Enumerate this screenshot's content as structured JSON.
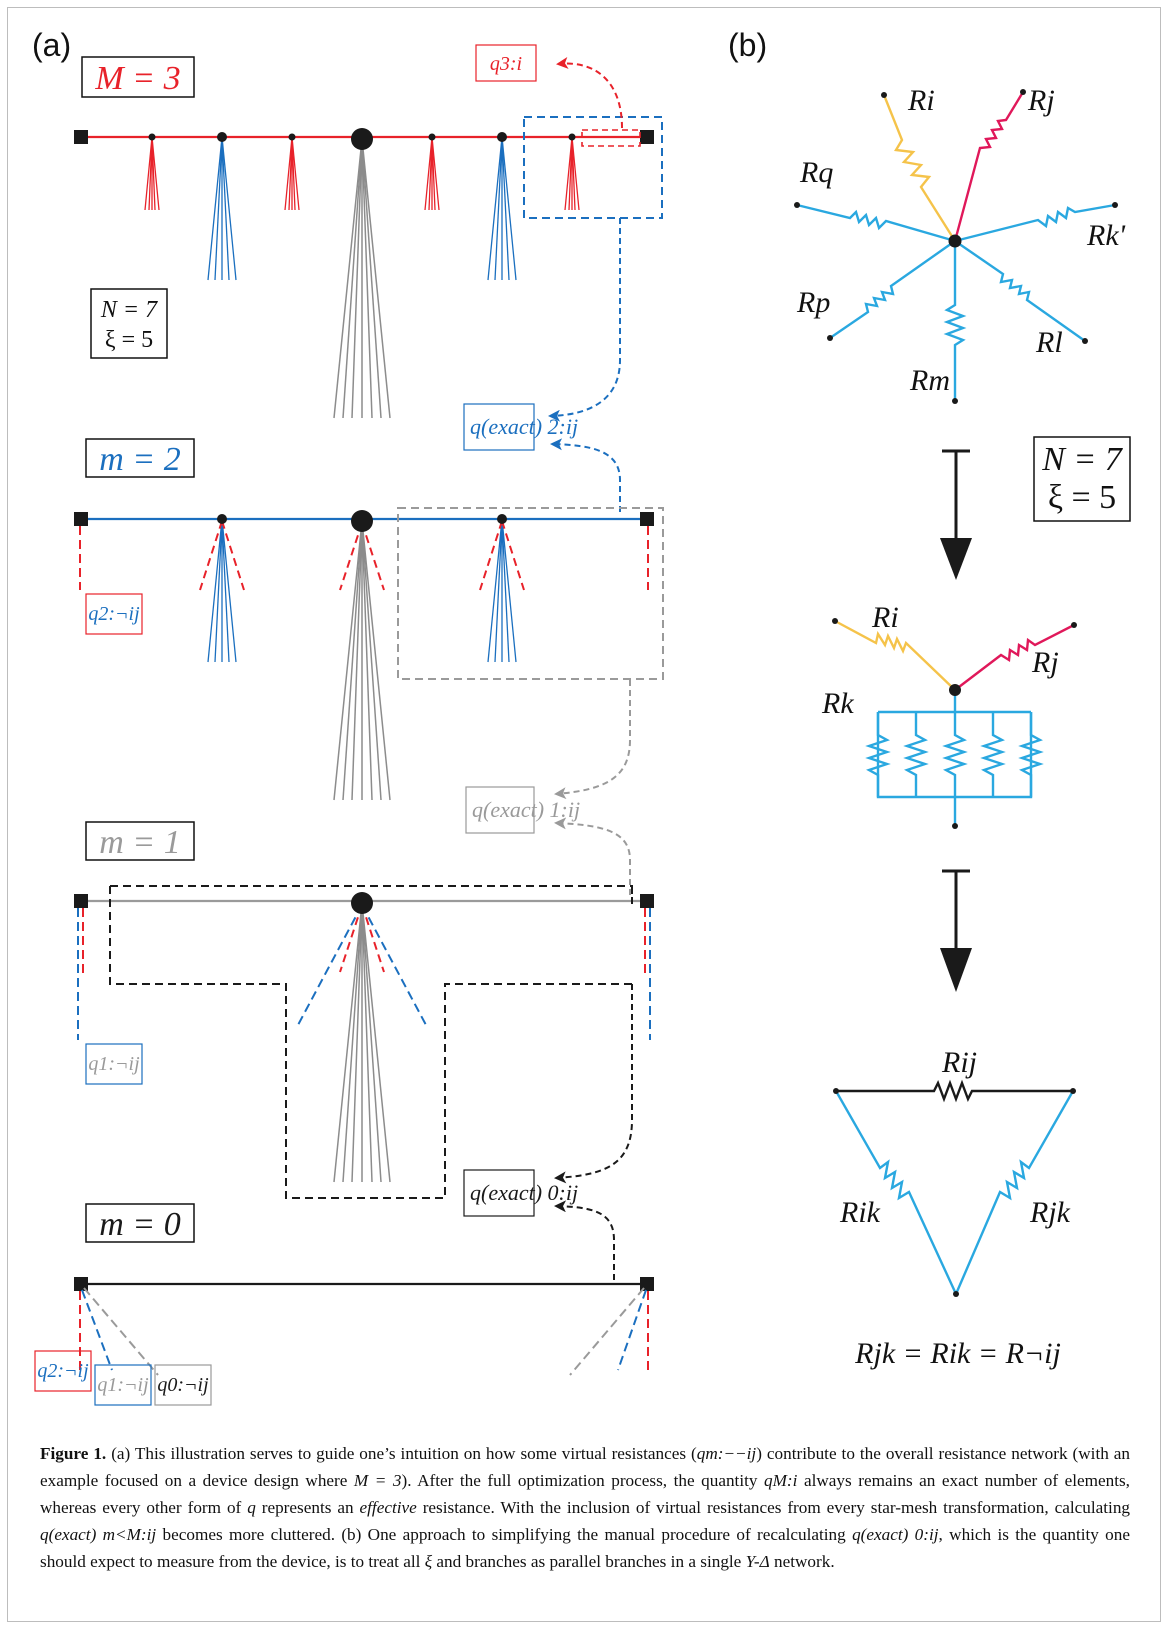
{
  "panel_a": {
    "letter": "(a)",
    "level_labels": [
      "M = 3",
      "m = 2",
      "m = 1",
      "m = 0"
    ],
    "params": [
      "N = 7",
      "ξ = 5"
    ],
    "q_labels": {
      "q3i": "q3:i",
      "q2exact": "q(exact) 2:ij",
      "q2notij": "q2:¬ij",
      "q1exact": "q(exact) 1:ij",
      "q1notij": "q1:¬ij",
      "q0exact": "q(exact) 0:ij",
      "bottom": [
        "q2:¬ij",
        "q1:¬ij",
        "q0:¬ij"
      ]
    }
  },
  "panel_b": {
    "letter": "(b)",
    "star_resistors": [
      "Ri",
      "Rj",
      "Rq",
      "Rk'",
      "Rp",
      "Rl",
      "Rm"
    ],
    "params": [
      "N = 7",
      "ξ = 5"
    ],
    "mid_resistors": [
      "Ri",
      "Rj",
      "Rk"
    ],
    "delta_resistors": [
      "Rij",
      "Rik",
      "Rjk"
    ],
    "equation": "Rjk = Rik = R¬ij"
  },
  "colors": {
    "red": "#e8222a",
    "blue": "#1b6fbf",
    "gray": "#8c8c8c",
    "black": "#1a1a1a",
    "cyan": "#2aa8e0",
    "yellow": "#f5c34a",
    "magenta": "#e0185a"
  },
  "caption": {
    "label": "Figure 1.",
    "text_1": "(a) This illustration serves to guide one’s intuition on how some virtual resistances (",
    "text_2": ") contribute to the overall resistance network (with an example focused on a device design where ",
    "text_3": "). After the full optimization process, the quantity ",
    "text_4": " always remains an exact number of elements, whereas every other form of ",
    "text_5": " represents an ",
    "text_emph": "effective",
    "text_6": " resistance. With the inclusion of virtual resistances from every star-mesh transformation, calculating ",
    "text_7": " becomes more cluttered. (b) One approach to simplifying the manual procedure of recalculating ",
    "text_8": ", which is the quantity one should expect to measure from the device, is to treat all ",
    "text_9": " and branches as parallel branches in a single ",
    "text_10": " network.",
    "m1": "qm:−−ij",
    "m2": "M = 3",
    "m3": "qM:i",
    "m4": "q",
    "m5": "q(exact) m<M:ij",
    "m6": "q(exact) 0:ij",
    "m7": "ξ",
    "m8": "Y-Δ"
  }
}
